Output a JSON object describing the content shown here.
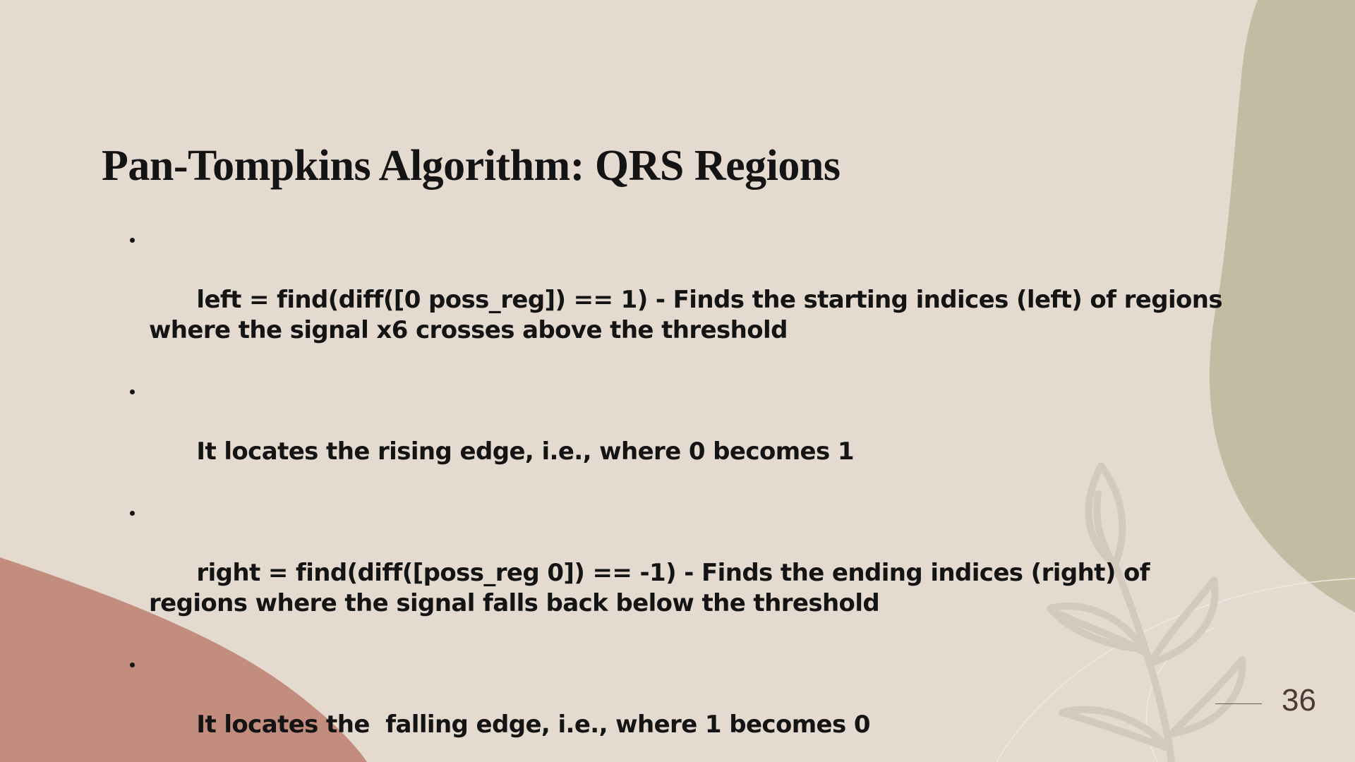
{
  "slide": {
    "title": "Pan-Tompkins Algorithm: QRS Regions",
    "bullets": [
      "left = find(diff([0 poss_reg]) == 1) - Finds the starting indices (left) of regions where the signal x6 crosses above the threshold",
      "It locates the rising edge, i.e., where 0 becomes 1",
      "right = find(diff([poss_reg 0]) == -1) - Finds the ending indices (right) of regions where the signal falls back below the threshold",
      "It locates the  falling edge, i.e., where 1 becomes 0"
    ],
    "page_number": "36"
  },
  "colors": {
    "background": "#e4dad0",
    "olive_shape": "#c2bca2",
    "terracotta_shape": "#c28c7e",
    "leaf_outline": "#d3c9bd",
    "text": "#141414"
  },
  "icons": {
    "leaf_decoration": "leaf-branch-icon"
  }
}
